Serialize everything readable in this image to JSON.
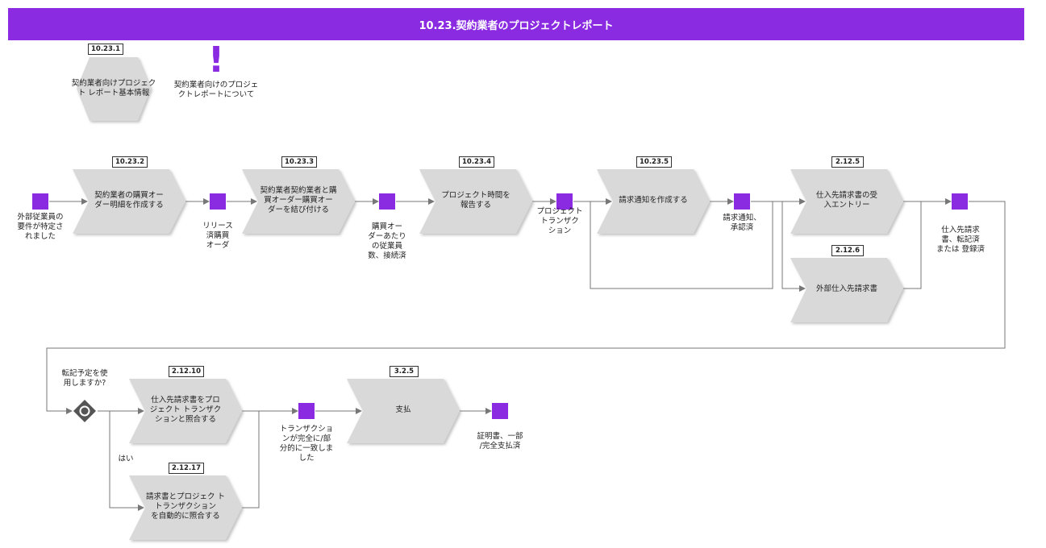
{
  "title": "10.23.契約業者のプロジェクトレポート",
  "colors": {
    "accent": "#8a2be2",
    "shape_fill": "#d9d9d9",
    "line": "#777777"
  },
  "top": {
    "hex_badge": "10.23.1",
    "hex_label": "契約業者向けプロジェク\nト レポート基本情報",
    "info_icon": "!",
    "info_label": "契約業者向けのプロジェ\nクトレポートについて"
  },
  "processes": {
    "p1": {
      "badge": "10.23.2",
      "label": "契約業者の購買オー\nダー明細を作成する"
    },
    "p2": {
      "badge": "10.23.3",
      "label": "契約業者契約業者と購\n買オーダー購買オー\nダーを結び付ける"
    },
    "p3": {
      "badge": "10.23.4",
      "label": "プロジェクト時間を\n報告する"
    },
    "p4": {
      "badge": "10.23.5",
      "label": "請求通知を作成する"
    },
    "p5": {
      "badge": "2.12.5",
      "label": "仕入先請求書の受\n入エントリー"
    },
    "p6": {
      "badge": "2.12.6",
      "label": "外部仕入先請求書"
    },
    "p7": {
      "badge": "2.12.10",
      "label": "仕入先請求書をプロ\nジェクト トランザク\nションと照合する"
    },
    "p8": {
      "badge": "2.12.17",
      "label": "請求書とプロジェク ト\nトランザクション\nを自動的に照合する"
    },
    "p9": {
      "badge": "3.2.5",
      "label": "支払"
    }
  },
  "events": {
    "e1": "外部従業員の\n要件が特定さ\nれました",
    "e2": "リリース\n済購買\nオーダ",
    "e3": "購買オー\nダーあたり\nの従業員\n数、接続済",
    "e4": "プロジェクト\nトランザク\nション",
    "e5": "請求通知、\n承認済",
    "e6": "仕入先請求\n書、転記済\nまたは 登録済",
    "e7": "トランザクショ\nンが完全に/部\n分的に一致しま\nした",
    "e8": "証明書、一部\n/完全支払済"
  },
  "gateway": {
    "question": "転記予定を使\n用しますか?",
    "yes_label": "はい"
  }
}
